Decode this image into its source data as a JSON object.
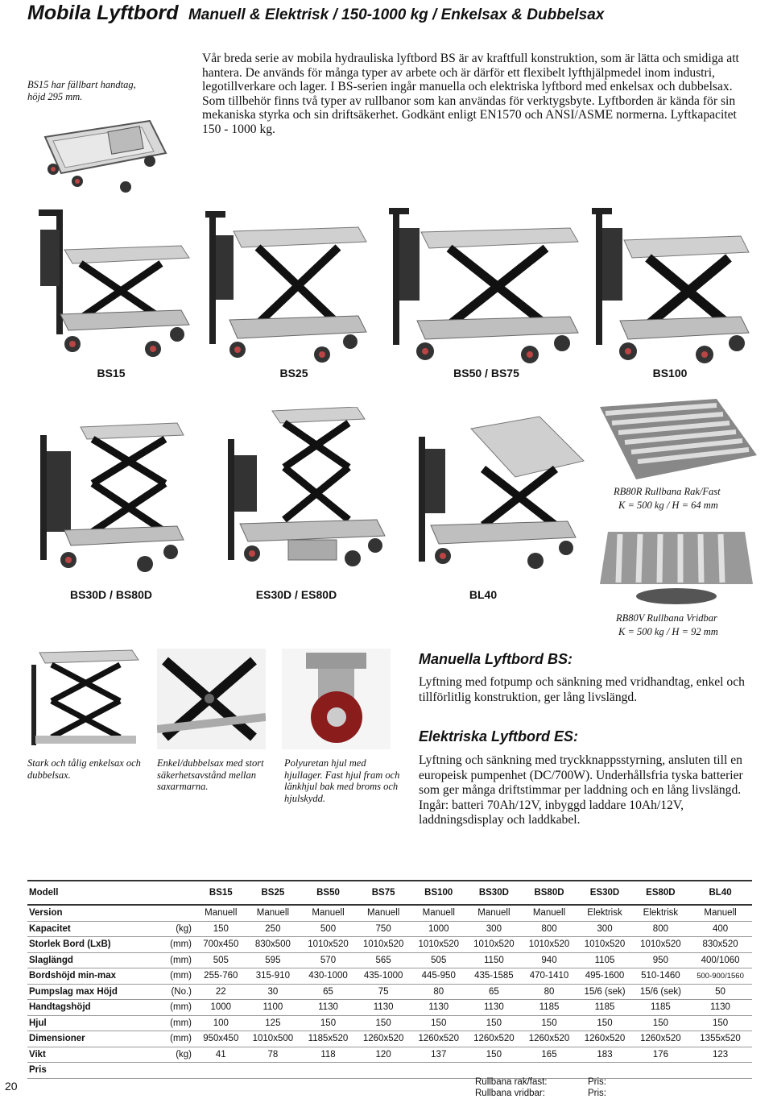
{
  "header": {
    "title": "Mobila Lyftbord",
    "subtitle": "Manuell & Elektrisk / 150-1000 kg / Enkelsax & Dubbelsax"
  },
  "intro_caption": "BS15 har fällbart handtag, höjd 295 mm.",
  "intro_text": "Vår breda serie av mobila hydrauliska lyftbord BS är av kraftfull konstruktion, som är lätta och smidiga att hantera. De används för många typer av arbete och är därför ett flexibelt lyfthjälpmedel inom industri, legotillverkare och lager. I BS-serien ingår manuella och elektriska lyftbord med enkelsax och dubbelsax. Som tillbehör finns två typer av rullbanor som kan användas för verktygsbyte. Lyftborden är kända för sin mekaniska styrka och sin driftsäkerhet. Godkänt enligt EN1570 och ANSI/ASME normerna. Lyftkapacitet 150 - 1000 kg.",
  "models_row1": [
    "BS15",
    "BS25",
    "BS50 / BS75",
    "BS100"
  ],
  "models_row2": [
    "BS30D / BS80D",
    "ES30D / ES80D",
    "BL40"
  ],
  "rollers": {
    "rb80r_line1": "RB80R Rullbana Rak/Fast",
    "rb80r_line2": "K = 500 kg / H = 64 mm",
    "rb80v_line1": "RB80V Rullbana Vridbar",
    "rb80v_line2": "K = 500 kg / H = 92 mm"
  },
  "detail_captions": {
    "c1": "Stark och tålig enkelsax och dubbelsax.",
    "c2": "Enkel/dubbelsax med stort säkerhetsavstånd mellan saxarmarna.",
    "c3": "Polyuretan hjul med hjullager. Fast hjul fram och länkhjul bak med broms och hjulskydd."
  },
  "manual": {
    "title": "Manuella Lyftbord BS:",
    "body": "Lyftning med fotpump och sänkning med vridhandtag, enkel och tillförlitlig konstruktion, ger lång livslängd."
  },
  "electric": {
    "title": "Elektriska Lyftbord ES:",
    "body": "Lyftning och sänkning med tryckknappsstyrning, ansluten till en europeisk pumpenhet (DC/700W). Underhållsfria tyska batterier som ger många driftstimmar per laddning och en lång livslängd. Ingår: batteri 70Ah/12V, inbyggd laddare 10Ah/12V, laddningsdisplay och laddkabel."
  },
  "table": {
    "header_label": "Modell",
    "models": [
      "BS15",
      "BS25",
      "BS50",
      "BS75",
      "BS100",
      "BS30D",
      "BS80D",
      "ES30D",
      "ES80D",
      "BL40"
    ],
    "rows": [
      {
        "label": "Version",
        "unit": "",
        "values": [
          "Manuell",
          "Manuell",
          "Manuell",
          "Manuell",
          "Manuell",
          "Manuell",
          "Manuell",
          "Elektrisk",
          "Elektrisk",
          "Manuell"
        ]
      },
      {
        "label": "Kapacitet",
        "unit": "(kg)",
        "values": [
          "150",
          "250",
          "500",
          "750",
          "1000",
          "300",
          "800",
          "300",
          "800",
          "400"
        ]
      },
      {
        "label": "Storlek Bord (LxB)",
        "unit": "(mm)",
        "values": [
          "700x450",
          "830x500",
          "1010x520",
          "1010x520",
          "1010x520",
          "1010x520",
          "1010x520",
          "1010x520",
          "1010x520",
          "830x520"
        ]
      },
      {
        "label": "Slaglängd",
        "unit": "(mm)",
        "values": [
          "505",
          "595",
          "570",
          "565",
          "505",
          "1150",
          "940",
          "1105",
          "950",
          "400/1060"
        ]
      },
      {
        "label": "Bordshöjd min-max",
        "unit": "(mm)",
        "values": [
          "255-760",
          "315-910",
          "430-1000",
          "435-1000",
          "445-950",
          "435-1585",
          "470-1410",
          "495-1600",
          "510-1460",
          "500-900/1560"
        ]
      },
      {
        "label": "Pumpslag max Höjd",
        "unit": "(No.)",
        "values": [
          "22",
          "30",
          "65",
          "75",
          "80",
          "65",
          "80",
          "15/6 (sek)",
          "15/6 (sek)",
          "50"
        ]
      },
      {
        "label": "Handtagshöjd",
        "unit": "(mm)",
        "values": [
          "1000",
          "1100",
          "1130",
          "1130",
          "1130",
          "1130",
          "1185",
          "1185",
          "1185",
          "1130"
        ]
      },
      {
        "label": "Hjul",
        "unit": "(mm)",
        "values": [
          "100",
          "125",
          "150",
          "150",
          "150",
          "150",
          "150",
          "150",
          "150",
          "150"
        ]
      },
      {
        "label": "Dimensioner",
        "unit": "(mm)",
        "values": [
          "950x450",
          "1010x500",
          "1185x520",
          "1260x520",
          "1260x520",
          "1260x520",
          "1260x520",
          "1260x520",
          "1260x520",
          "1355x520"
        ]
      },
      {
        "label": "Vikt",
        "unit": "(kg)",
        "values": [
          "41",
          "78",
          "118",
          "120",
          "137",
          "150",
          "165",
          "183",
          "176",
          "123"
        ]
      },
      {
        "label": "Pris",
        "unit": "",
        "values": [
          "",
          "",
          "",
          "",
          "",
          "",
          "",
          "",
          "",
          ""
        ]
      }
    ]
  },
  "footer": {
    "page": "20",
    "rak_label": "Rullbana rak/fast:",
    "rak_price": "Pris:",
    "vrid_label": "Rullbana vridbar:",
    "vrid_price": "Pris:"
  }
}
